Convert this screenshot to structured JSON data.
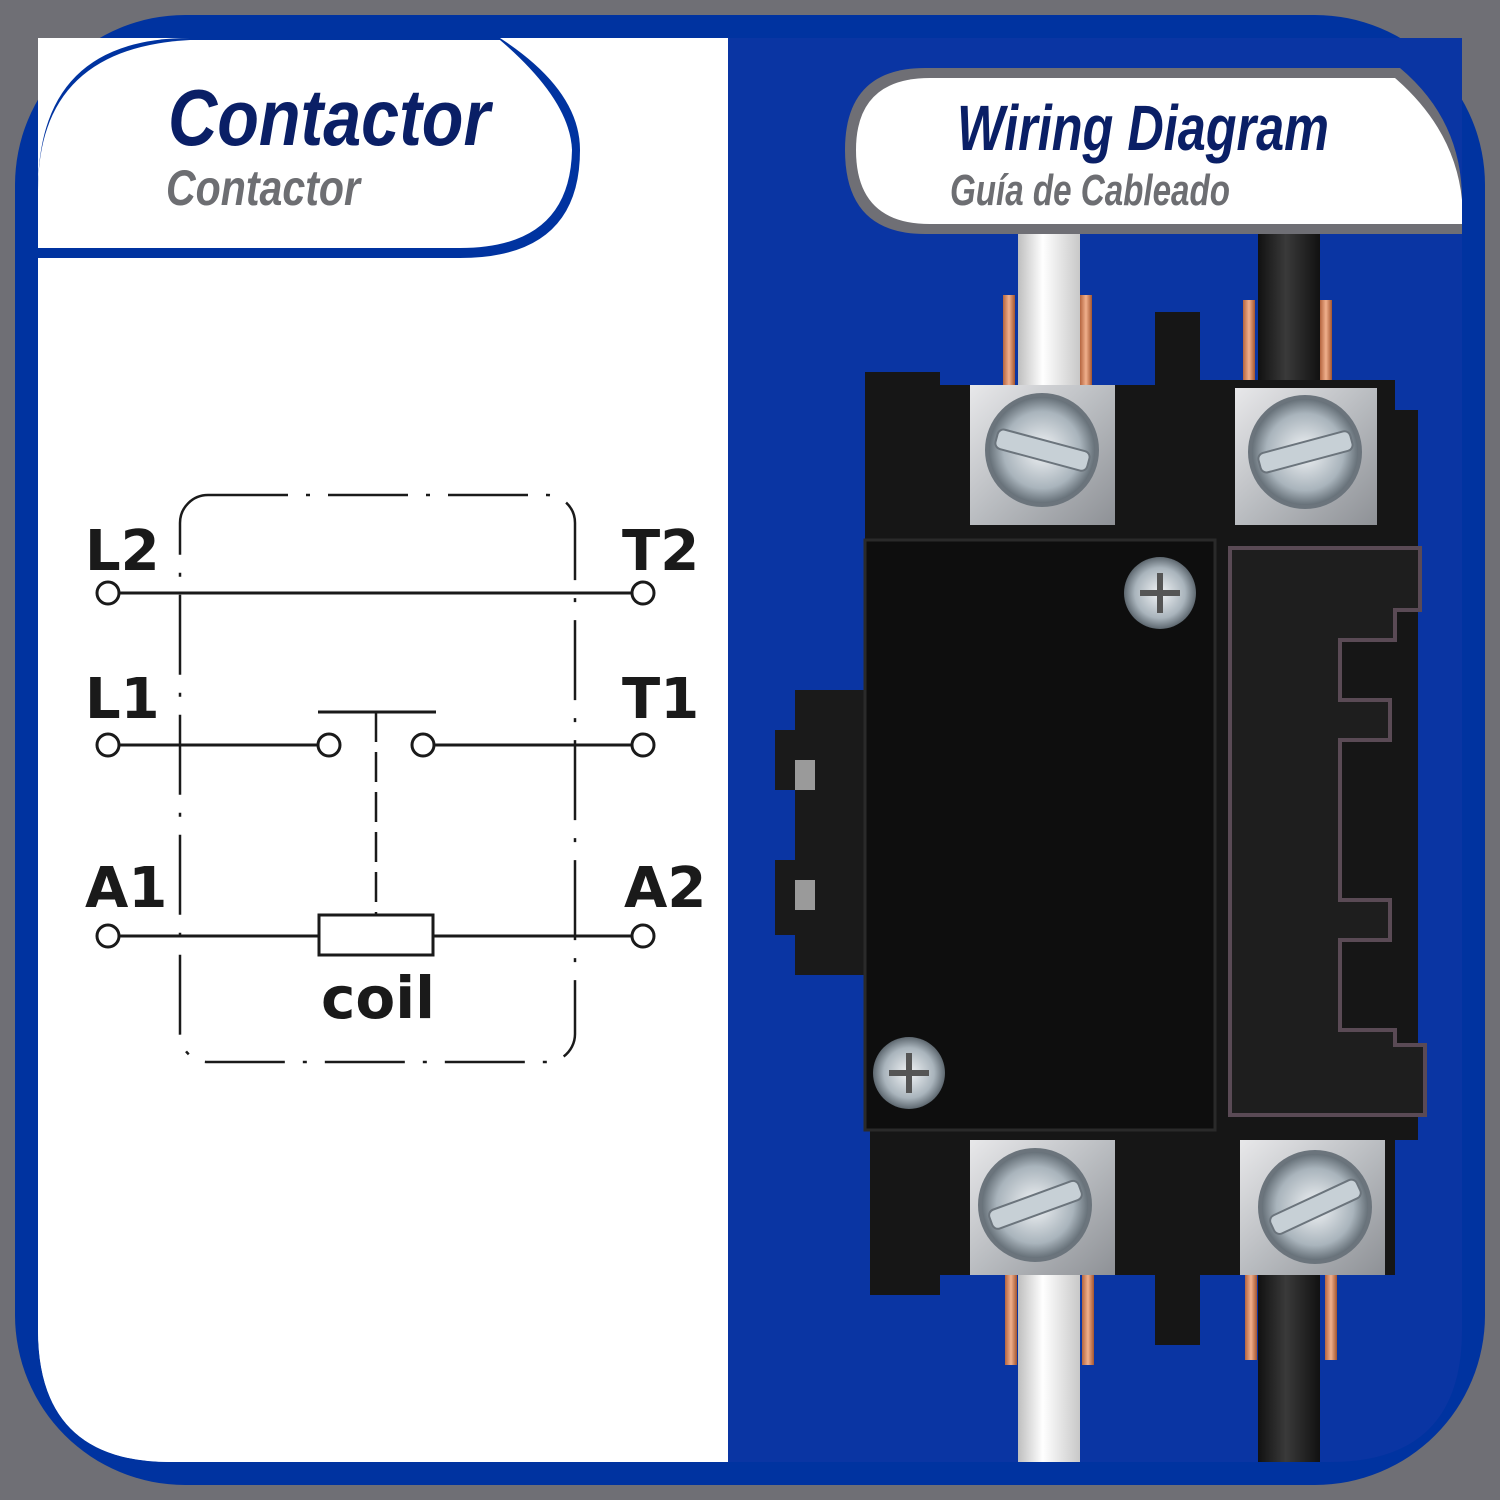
{
  "left_panel": {
    "title": "Contactor",
    "subtitle": "Contactor"
  },
  "right_panel": {
    "title": "Wiring Diagram",
    "subtitle": "Guía de Cableado"
  },
  "diagram": {
    "terminals": {
      "l2": "L2",
      "t2": "T2",
      "l1": "L1",
      "t1": "T1",
      "a1": "A1",
      "a2": "A2"
    },
    "coil_label": "coil"
  },
  "colors": {
    "frame_blue": "#0033a0",
    "title_navy": "#0a1f66",
    "subtitle_gray": "#6d6e72",
    "background_gray": "#6f6f75"
  }
}
